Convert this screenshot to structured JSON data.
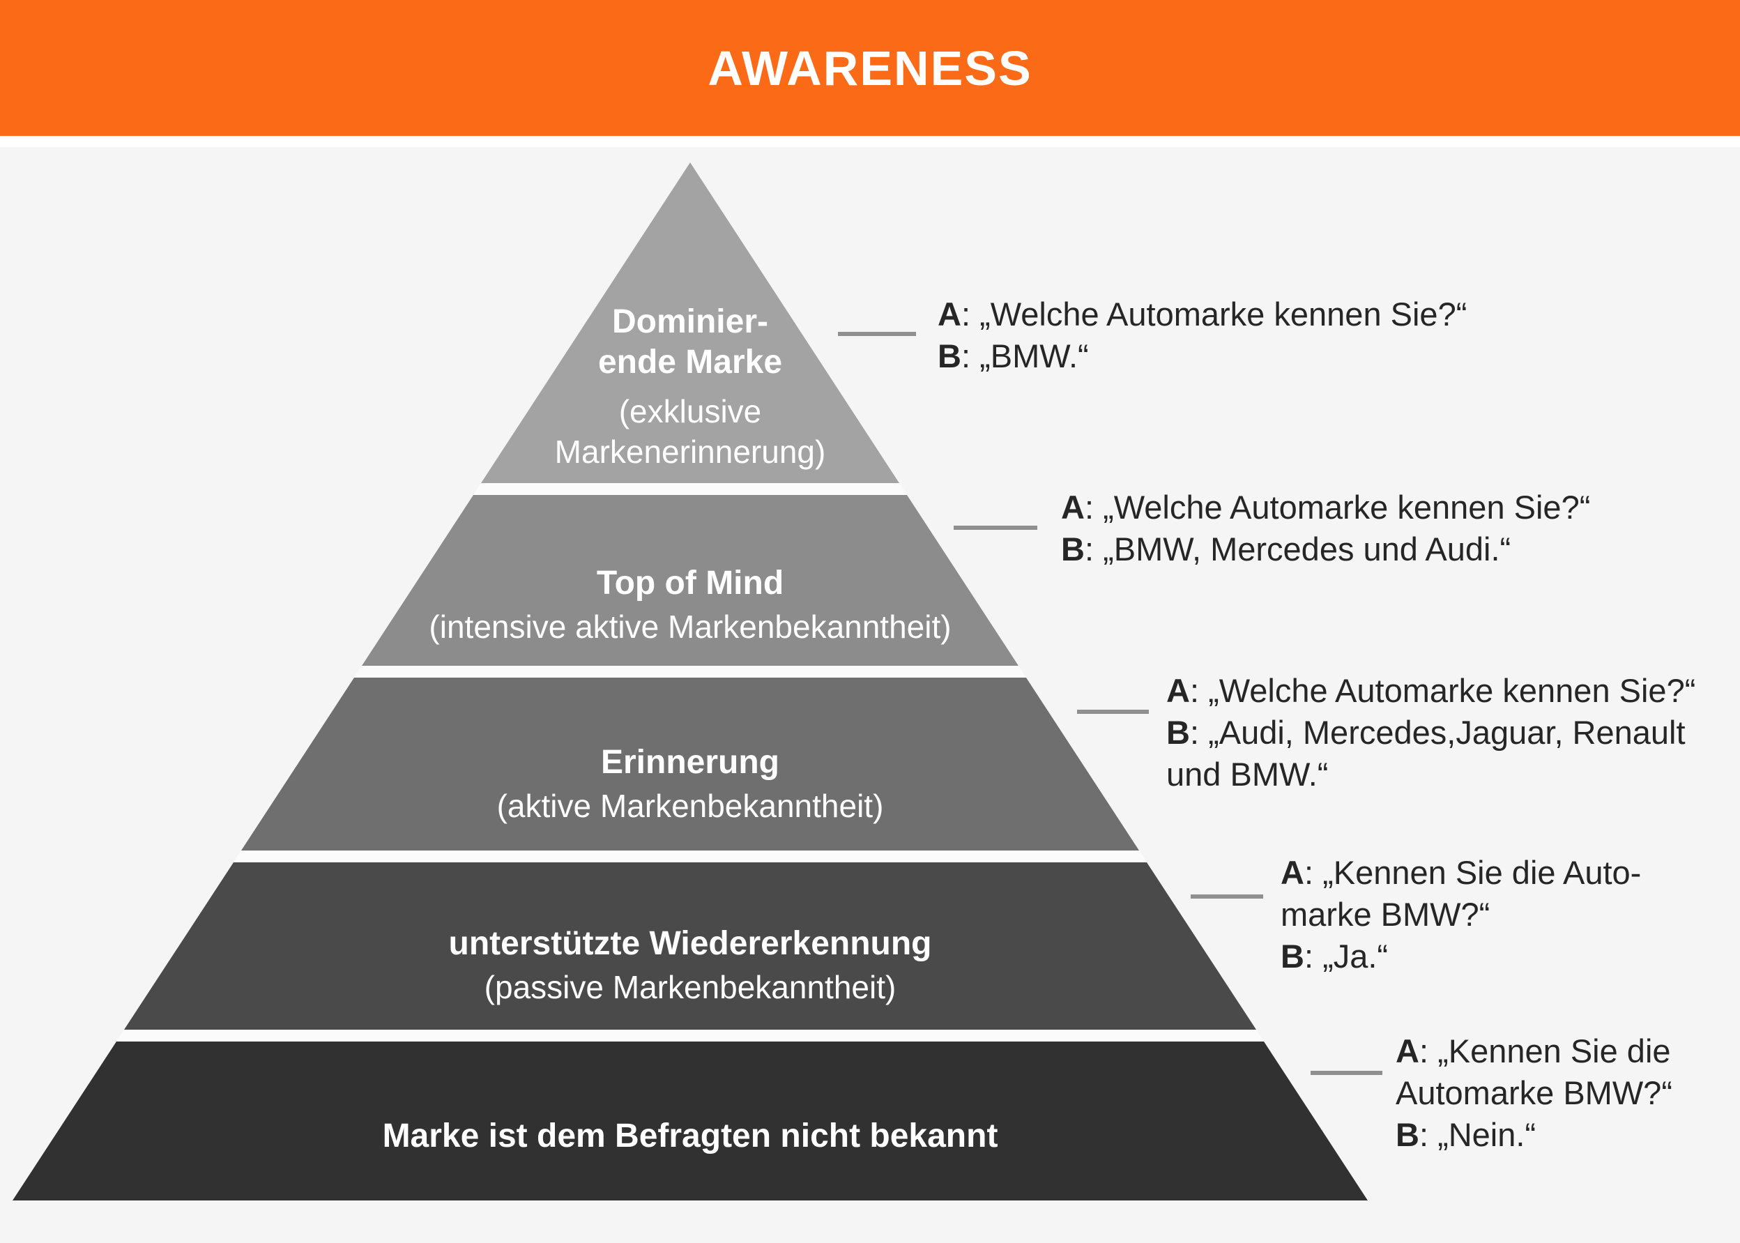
{
  "header": {
    "title": "AWARENESS"
  },
  "colors": {
    "header_bg": "#FB6A17",
    "header_text": "#FFFFFF",
    "header_divider": "#FFFFFF",
    "page_bg": "#F5F5F5",
    "band_gap": "#FBFBFB",
    "level_text": "#FFFFFF",
    "annotation_text": "#262626",
    "connector": "#8F8F8F"
  },
  "pyramid": {
    "levels": [
      {
        "name": "dominierende-marke",
        "color": "#A3A3A3",
        "title_lines": [
          "Dominier-",
          "ende Marke"
        ],
        "subtitle_lines": [
          "(exklusive",
          "Markenerinnerung)"
        ],
        "annotation": {
          "lines": [
            {
              "bold": "A",
              "rest": ": „Welche Automarke kennen Sie?“"
            },
            {
              "bold": "B",
              "rest": ": „BMW.“"
            }
          ]
        }
      },
      {
        "name": "top-of-mind",
        "color": "#8C8C8C",
        "title_lines": [
          "Top of Mind"
        ],
        "subtitle_lines": [
          "(intensive aktive Markenbekanntheit)"
        ],
        "annotation": {
          "lines": [
            {
              "bold": "A",
              "rest": ": „Welche Automarke kennen Sie?“"
            },
            {
              "bold": "B",
              "rest": ": „BMW, Mercedes und Audi.“"
            }
          ]
        }
      },
      {
        "name": "erinnerung",
        "color": "#6F6F6F",
        "title_lines": [
          "Erinnerung"
        ],
        "subtitle_lines": [
          "(aktive Markenbekanntheit)"
        ],
        "annotation": {
          "lines": [
            {
              "bold": "A",
              "rest": ": „Welche Automarke kennen Sie?“"
            },
            {
              "bold": "B",
              "rest": ": „Audi, Mercedes,Jaguar, Renault"
            },
            {
              "bold": "",
              "rest": "und BMW.“"
            }
          ]
        }
      },
      {
        "name": "unterstuetzte-wiedererkennung",
        "color": "#4A4A4A",
        "title_lines": [
          "unterstützte Wiedererkennung"
        ],
        "subtitle_lines": [
          "(passive Markenbekanntheit)"
        ],
        "annotation": {
          "lines": [
            {
              "bold": "A",
              "rest": ": „Kennen Sie die Auto-"
            },
            {
              "bold": "",
              "rest": "marke BMW?“"
            },
            {
              "bold": "B",
              "rest": ": „Ja.“"
            }
          ]
        }
      },
      {
        "name": "marke-nicht-bekannt",
        "color": "#313132",
        "title_lines": [
          "Marke ist dem Befragten nicht bekannt"
        ],
        "subtitle_lines": [],
        "annotation": {
          "lines": [
            {
              "bold": "A",
              "rest": ": „Kennen Sie die"
            },
            {
              "bold": "",
              "rest": "Automarke BMW?“"
            },
            {
              "bold": "B",
              "rest": ": „Nein.“"
            }
          ]
        }
      }
    ]
  }
}
